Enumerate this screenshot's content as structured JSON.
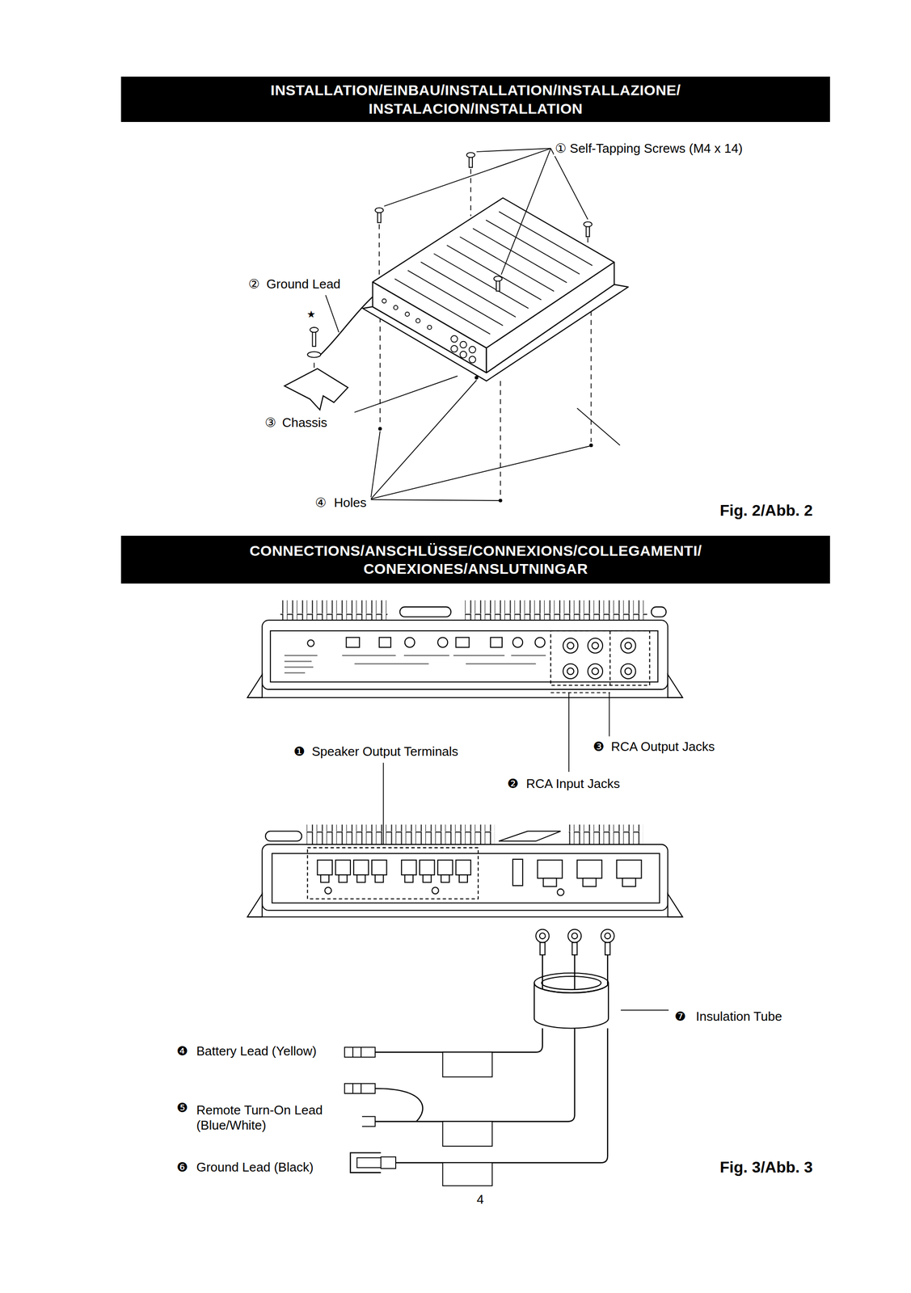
{
  "diagram": {
    "nodes": [
      {
        "text": [
          "INSTALLATION/EINBAU/INSTALLATION/INSTALLAZIONE/ INSTALACION/INSTALLATION"
        ]
      },
      {
        "text": [
          "CONNECTIONS/ANSCHLÜSSE/CONNEXIONS/COLLEGAMENTI/ CONEXIONES/ANSLUTNINGAR"
        ]
      }
    ],
    "labels": [
      "①",
      "Self-Tapping Screws (M4 x 14)",
      "②",
      "Ground Lead",
      "★",
      "③",
      "Chassis",
      "④",
      "Holes",
      "Fig. 2/Abb. 2",
      "❶",
      "Speaker Output Terminals",
      "❸",
      "RCA Output Jacks",
      "❷",
      "RCA Input Jacks",
      "❼",
      "Insulation Tube",
      "❹",
      "Battery Lead (Yellow)",
      "❺",
      "Remote Turn-On Lead (Blue/White)",
      "❻",
      "Ground Lead (Black)",
      "Fig. 3/Abb. 3",
      "4"
    ]
  }
}
